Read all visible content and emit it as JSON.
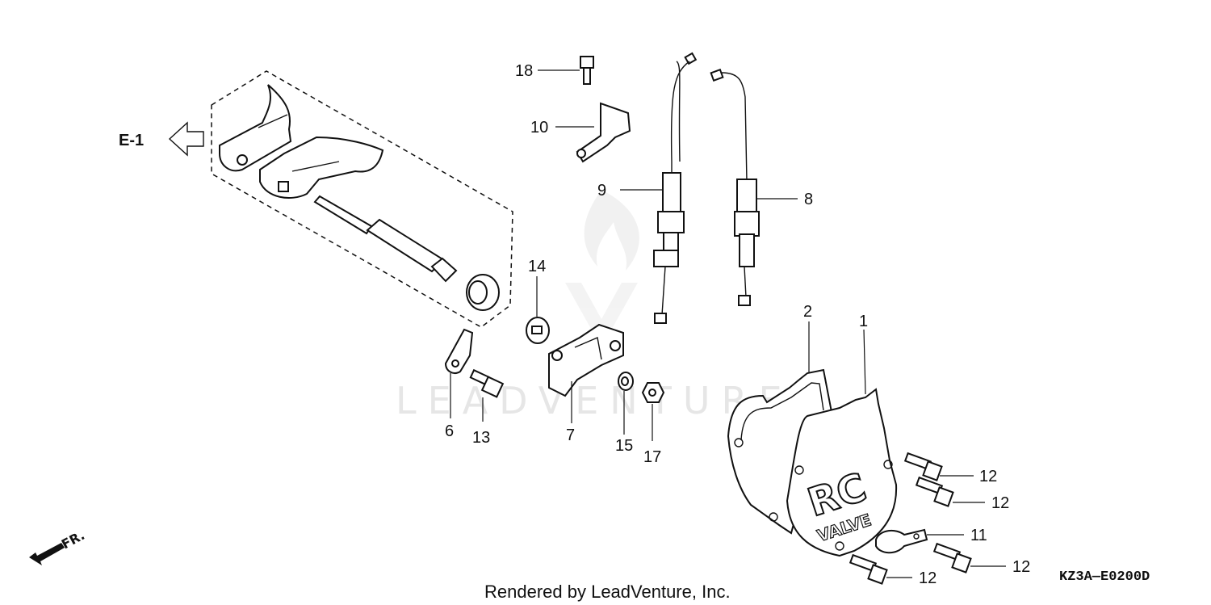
{
  "diagram": {
    "reference": "E-1",
    "direction_label": "FR.",
    "watermark": "LEADVENTURE",
    "drawing_code": "KZ3A—E0200D",
    "credit": "Rendered by LeadVenture, Inc.",
    "callouts": {
      "c1": "1",
      "c2": "2",
      "c6": "6",
      "c7": "7",
      "c8": "8",
      "c9": "9",
      "c10": "10",
      "c11": "11",
      "c12a": "12",
      "c12b": "12",
      "c12c": "12",
      "c12d": "12",
      "c13": "13",
      "c14": "14",
      "c15": "15",
      "c17": "17",
      "c18": "18"
    },
    "cover_text": {
      "line1": "RC",
      "line2": "VALVE"
    }
  },
  "colors": {
    "ink": "#111111",
    "watermark": "#e6e6e6",
    "background": "#ffffff"
  }
}
